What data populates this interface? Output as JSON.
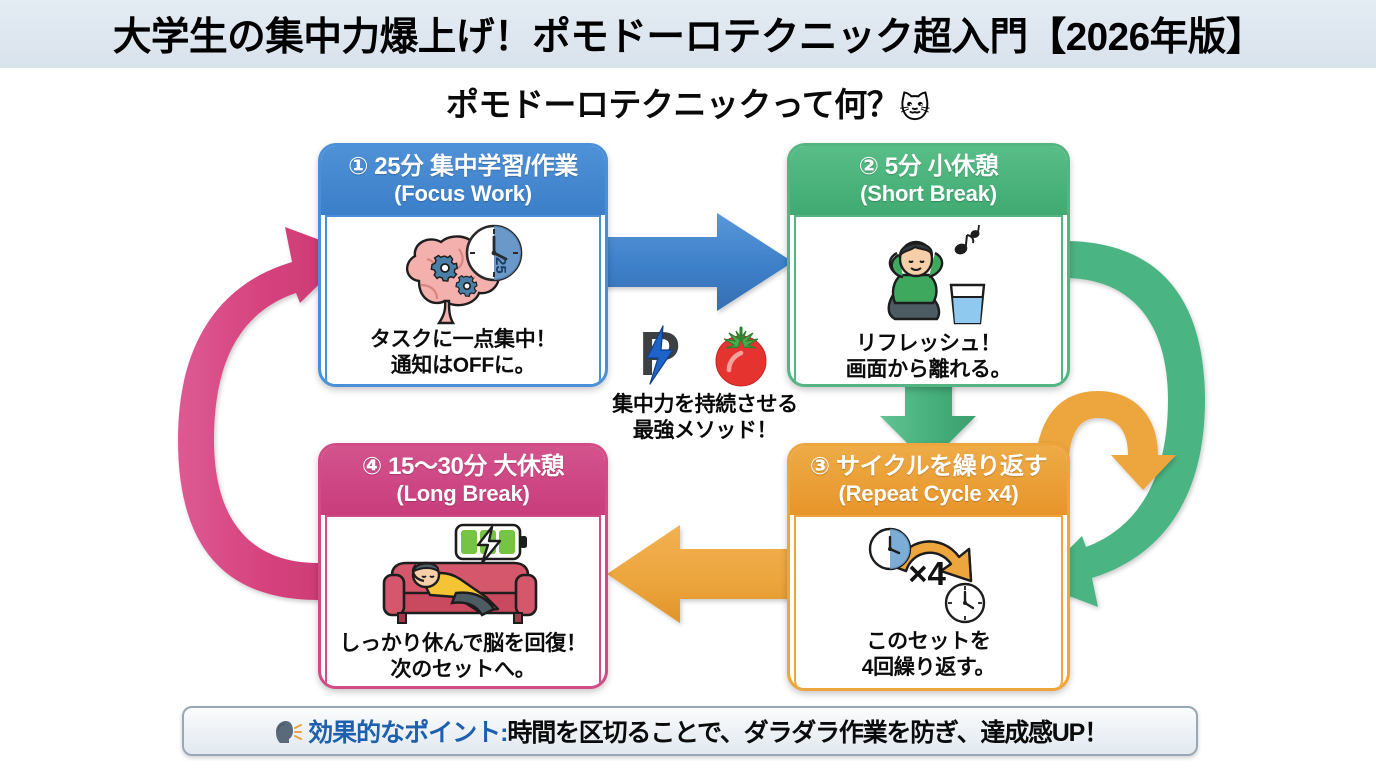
{
  "header": {
    "title": "大学生の集中力爆上げ！ポモドーロテクニック超入門【2026年版】",
    "band_color": "#dfe7ef"
  },
  "subtitle": {
    "text": "ポモドーロテクニックって何？",
    "emoji": "🐱"
  },
  "cards": [
    {
      "id": "focus-work",
      "number": "①",
      "title_line1": "① 25分 集中学習/作業",
      "title_line2": "(Focus Work)",
      "caption": "タスクに一点集中！\n通知はOFFに。",
      "icon": "brain-gears-clock-icon",
      "color": "#3b7fc9"
    },
    {
      "id": "short-break",
      "number": "②",
      "title_line1": "② 5分 小休憩",
      "title_line2": "(Short Break)",
      "caption": "リフレッシュ！\n画面から離れる。",
      "icon": "person-stretching-water-icon",
      "color": "#3faa71"
    },
    {
      "id": "repeat-cycle",
      "number": "③",
      "title_line1": "③ サイクルを繰り返す",
      "title_line2": "(Repeat Cycle x4)",
      "caption": "このセットを\n4回繰り返す。",
      "icon": "cycle-arrows-clocks-icon",
      "badge": "×4",
      "color": "#e7952a"
    },
    {
      "id": "long-break",
      "number": "④",
      "title_line1": "④ 15〜30分 大休憩",
      "title_line2": "(Long Break)",
      "caption": "しっかり休んで脳を回復！\n次のセットへ。",
      "icon": "person-sofa-battery-icon",
      "color": "#c93d7c"
    }
  ],
  "center": {
    "logo_letter": "P",
    "logo_icon": "tomato-icon",
    "text": "集中力を持続させる\n最強メソッド！"
  },
  "arrows": [
    {
      "name": "arrow-focus-to-break",
      "color": "#3d7fc9",
      "direction": "right"
    },
    {
      "name": "arrow-break-to-cycle",
      "color": "#4cb585",
      "direction": "down"
    },
    {
      "name": "arrow-cycle-to-longbreak",
      "color": "#eda63e",
      "direction": "left"
    },
    {
      "name": "arrow-longbreak-to-focus",
      "color": "#d6427d",
      "direction": "curve-up-left"
    },
    {
      "name": "arrow-cycle-loop-outer",
      "color": "#4cb585",
      "direction": "curve-right"
    },
    {
      "name": "arrow-cycle-loop-inner",
      "color": "#eda63e",
      "direction": "curve-small-right"
    }
  ],
  "banner": {
    "key_text": "🗣効果的なポイント:",
    "key_label": "効果的なポイント:",
    "rest_text": "時間を区切ることで、ダラダラ作業を防ぎ、達成感UP！",
    "key_color": "#1e5fae",
    "rest_color": "#0b0b0b"
  }
}
